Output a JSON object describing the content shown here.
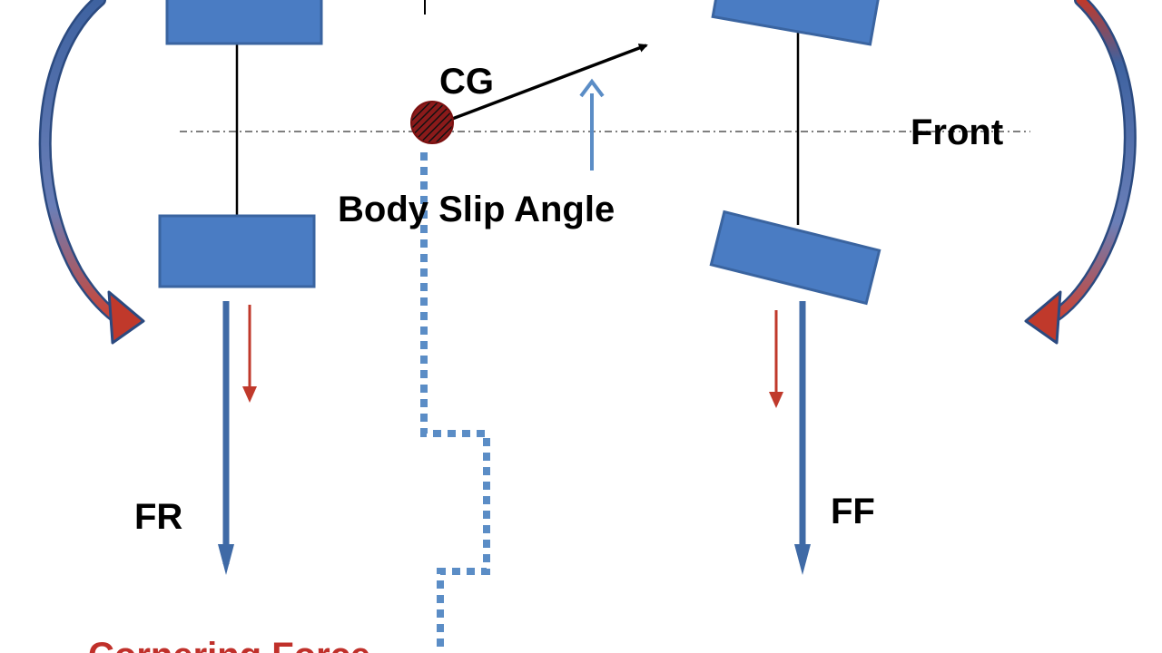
{
  "labels": {
    "cg": "CG",
    "front": "Front",
    "body_slip_angle": "Body Slip Angle",
    "fr": "FR",
    "ff": "FF",
    "cornering_force": "Cornering Force"
  },
  "colors": {
    "wheel_fill": "#4a7cc3",
    "wheel_stroke": "#3a64a0",
    "force_arrow": "#3f6aa6",
    "red_arrow": "#c0392b",
    "dotted_path": "#5b8dc6",
    "cg_dot": "#b22222",
    "text": "#000000",
    "red_text": "#c0302a"
  },
  "icons": {
    "cg": "hatched-circle",
    "rotation_left": "curved-arrow-counterclockwise",
    "rotation_right": "curved-arrow-clockwise"
  }
}
